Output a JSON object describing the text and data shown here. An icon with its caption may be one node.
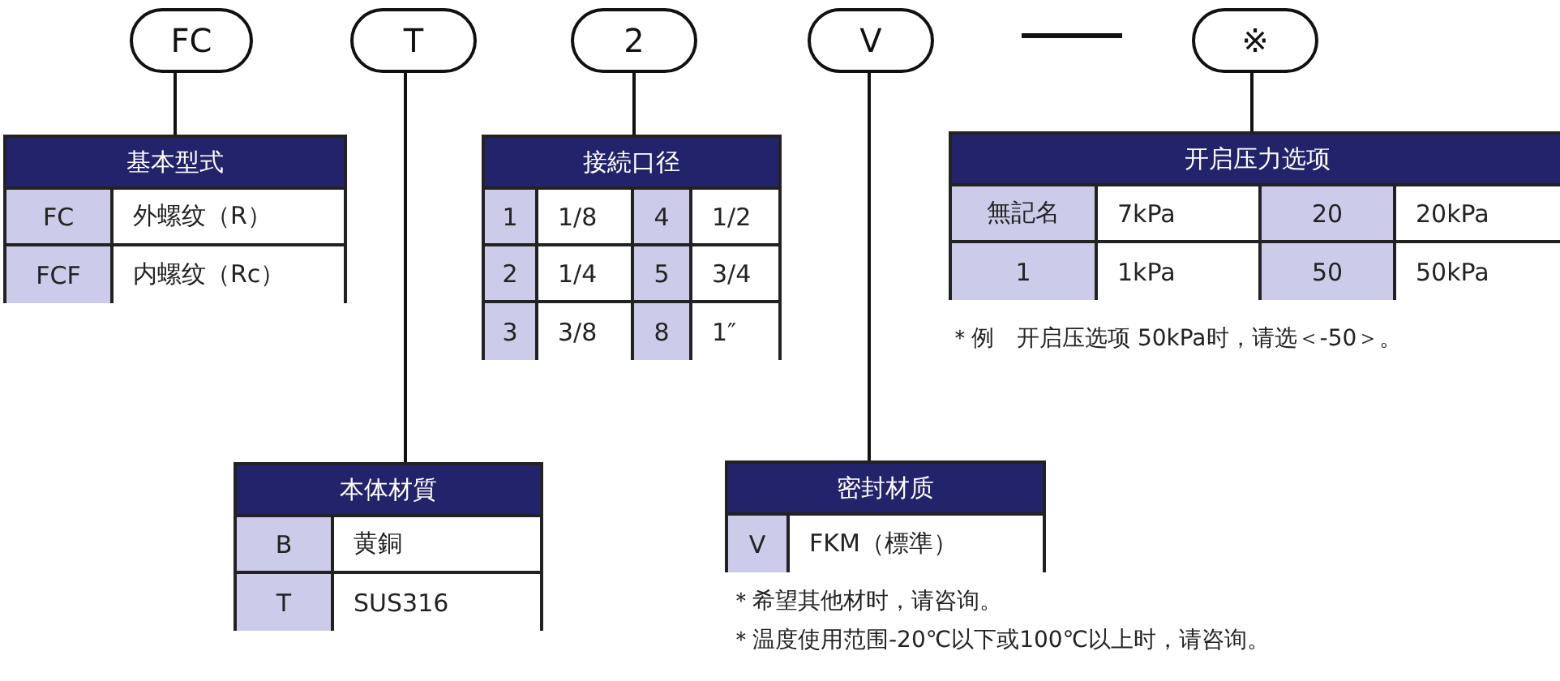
{
  "diagram": {
    "nodes": [
      {
        "text": [
          "FC"
        ]
      },
      {
        "text": [
          "T"
        ]
      },
      {
        "text": [
          "2"
        ]
      },
      {
        "text": [
          "V"
        ]
      },
      {
        "text": [
          "※"
        ]
      },
      {
        "text": [
          "基本型式",
          "FC",
          "外螺纹（R）",
          "FCF",
          "内螺纹（Rc）"
        ]
      },
      {
        "text": [
          "接続口径",
          "1",
          "1/8",
          "4",
          "1/2",
          "2",
          "1/4",
          "5",
          "3/4",
          "3",
          "3/8",
          "8",
          "1″"
        ]
      },
      {
        "text": [
          "开启压力选项",
          "無記名",
          "7kPa",
          "20",
          "20kPa",
          "1",
          "1kPa",
          "50",
          "50kPa"
        ],
        "beside": [
          "＊例　开启压选项 50kPa时，请选＜-50＞。"
        ]
      },
      {
        "text": [
          "本体材質",
          "B",
          "黄銅",
          "T",
          "SUS316"
        ]
      },
      {
        "text": [
          "密封材质",
          "V",
          "FKM（標準）"
        ],
        "beside": [
          "＊希望其他材时，请咨询。",
          "＊温度使用范围-20℃以下或100℃以上时，请咨询。"
        ]
      }
    ],
    "edges": [
      {
        "from": 0,
        "to": 5,
        "arrow": "none"
      },
      {
        "from": 1,
        "to": 8,
        "arrow": "none"
      },
      {
        "from": 2,
        "to": 6,
        "arrow": "none"
      },
      {
        "from": 3,
        "to": 9,
        "arrow": "none"
      },
      {
        "from": 4,
        "to": 7,
        "arrow": "none"
      }
    ]
  }
}
